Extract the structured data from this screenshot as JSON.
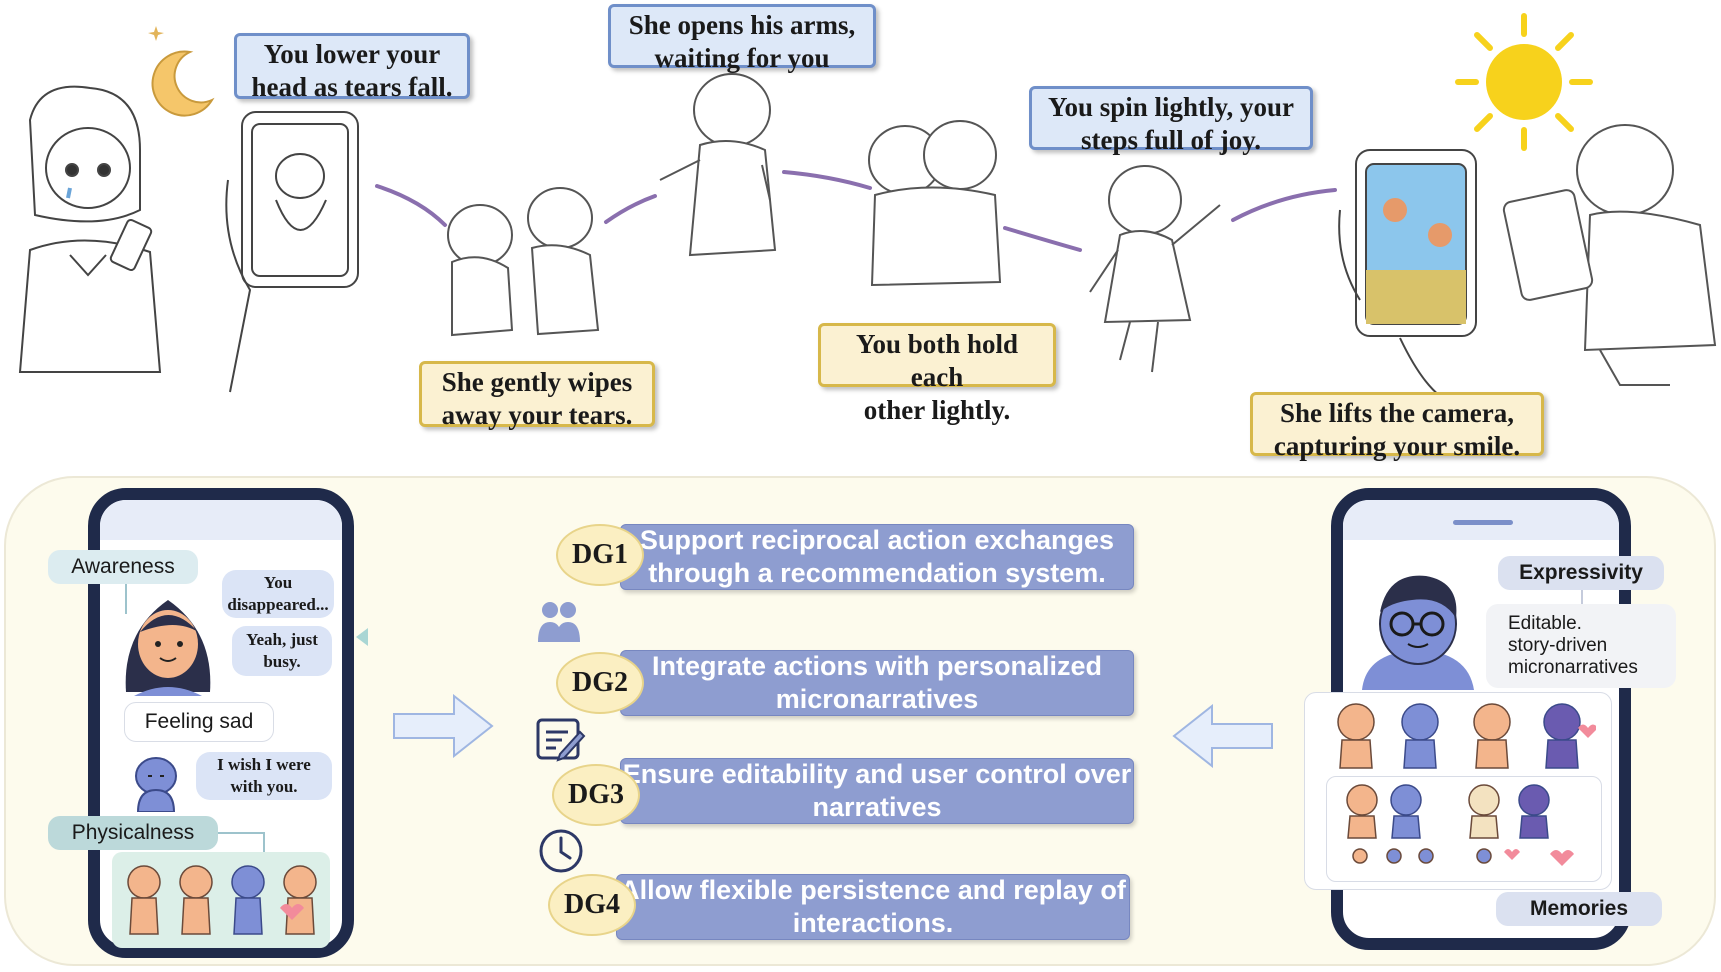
{
  "story": {
    "captions": [
      {
        "id": "c1",
        "text": "You lower your\nhead as tears fall.",
        "style": "blue"
      },
      {
        "id": "c2",
        "text": "She gently wipes\naway your tears.",
        "style": "yellow"
      },
      {
        "id": "c3",
        "text": "She opens his arms,\nwaiting for you",
        "style": "blue"
      },
      {
        "id": "c4",
        "text": "You both hold each\nother lightly.",
        "style": "yellow"
      },
      {
        "id": "c5",
        "text": "You spin lightly, your\nsteps full of joy.",
        "style": "blue"
      },
      {
        "id": "c6",
        "text": "She lifts the camera,\ncapturing your smile.",
        "style": "yellow"
      }
    ],
    "colors": {
      "connector": "#8a6fae",
      "moon": "#f5c66a",
      "sun": "#f7d21c"
    }
  },
  "left_phone": {
    "awareness_label": "Awareness",
    "bubble_1": "You\ndisappeared...",
    "bubble_2": "Yeah, just\nbusy.",
    "feeling_label": "Feeling sad",
    "bubble_3": "I wish I were\nwith you.",
    "physicalness_label": "Physicalness"
  },
  "design_goals": [
    {
      "badge": "DG1",
      "text": "Support reciprocal action exchanges\nthrough a recommendation system.",
      "icon": "people-icon"
    },
    {
      "badge": "DG2",
      "text": "Integrate actions with personalized\nmicronarratives",
      "icon": "edit-note-icon"
    },
    {
      "badge": "DG3",
      "text": "Ensure editability and user control over\nnarratives",
      "icon": "clock-icon"
    },
    {
      "badge": "DG4",
      "text": "Allow flexible persistence and replay of\ninteractions.",
      "icon": ""
    }
  ],
  "right_phone": {
    "expressivity_label": "Expressivity",
    "editable_text": "Editable.\nstory-driven\nmicronarratives",
    "memories_label": "Memories"
  },
  "colors": {
    "dg_bar": "#8e9dd0",
    "badge": "#fbefc2",
    "panel_bg": "#fdfbed",
    "phone_frame": "#1f2a4a",
    "figure_orange": "#f3b58c",
    "figure_blue": "#7e8fd6"
  }
}
